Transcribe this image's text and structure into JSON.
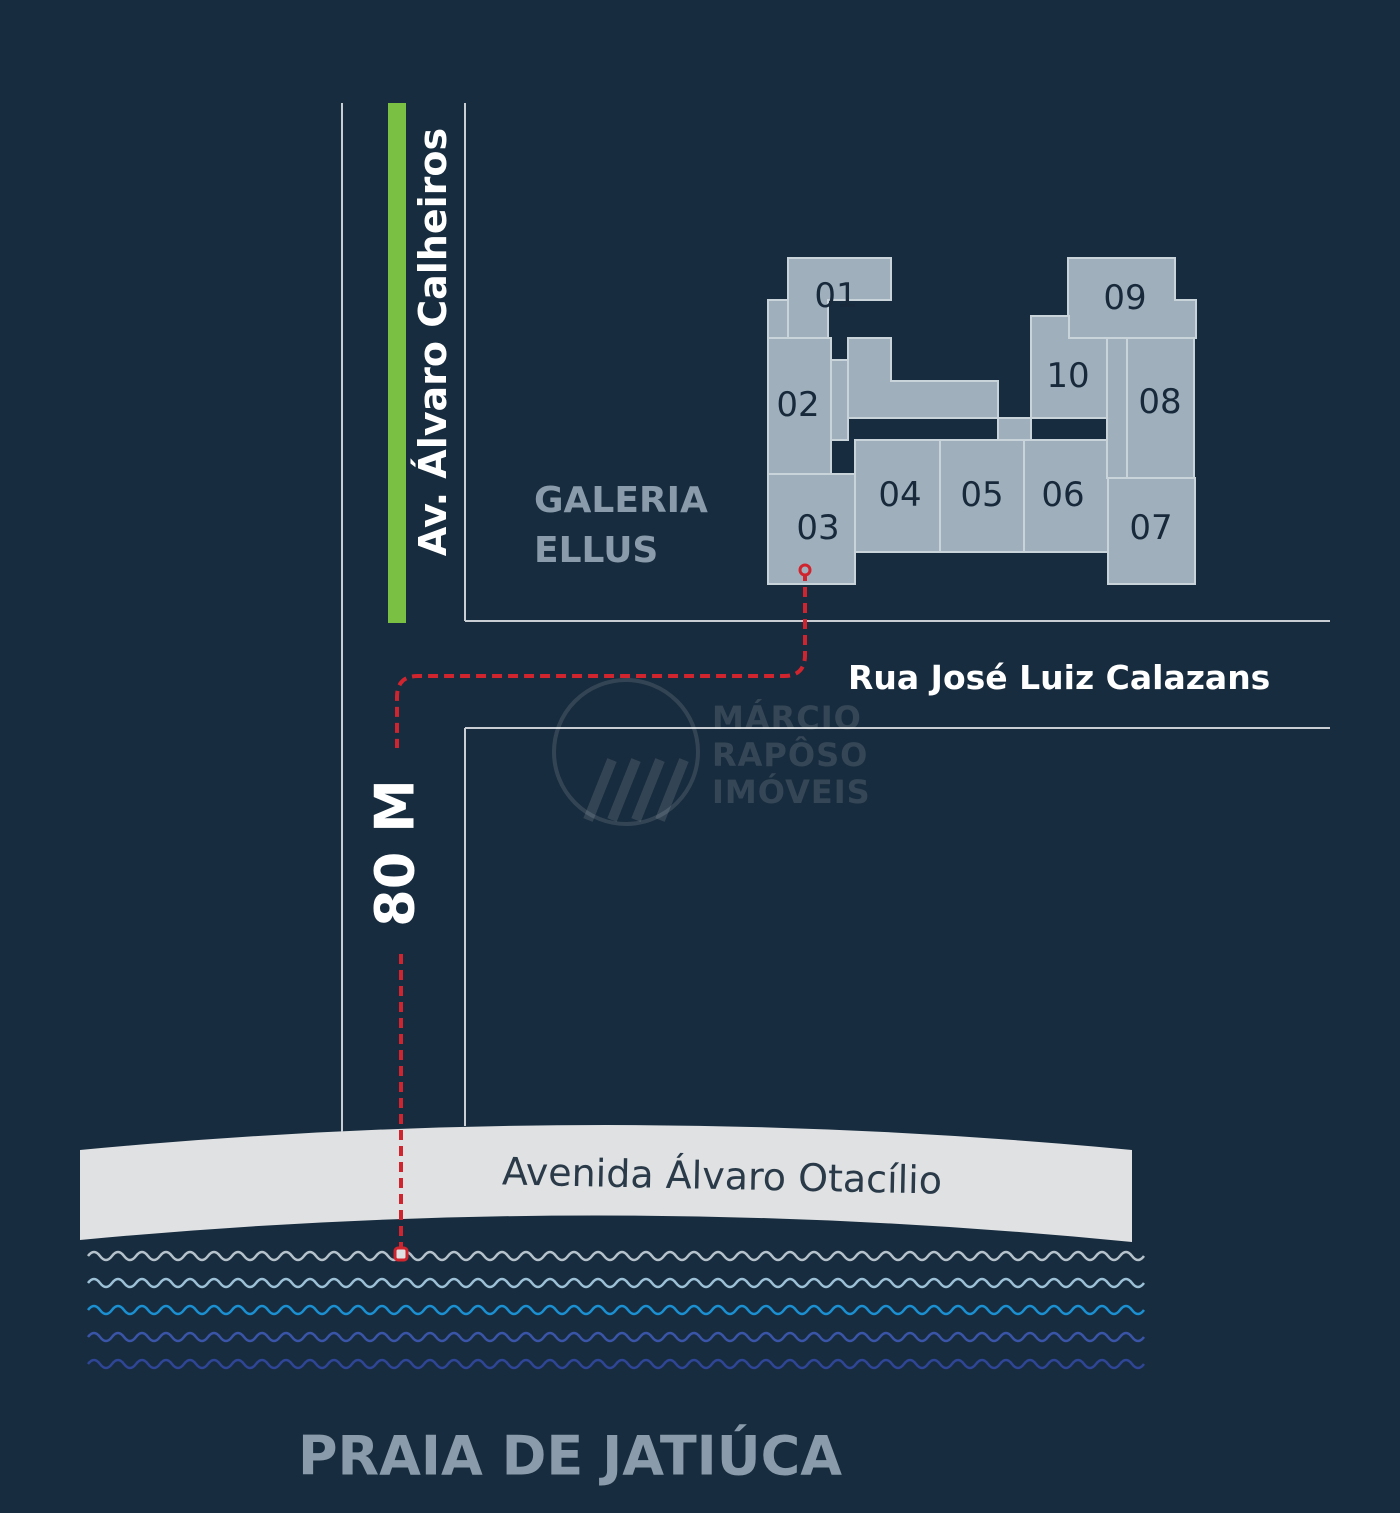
{
  "streets": {
    "vertical": "Av. Álvaro Calheiros",
    "cross": "Rua José Luiz Calazans",
    "beach_avenue": "Avenida Álvaro Otacílio"
  },
  "landmark": {
    "line1": "GALERIA",
    "line2": "ELLUS"
  },
  "distance": "80 M",
  "beach": "PRAIA DE JATIÚCA",
  "building": {
    "units": [
      "01",
      "02",
      "03",
      "04",
      "05",
      "06",
      "07",
      "08",
      "09",
      "10"
    ]
  },
  "watermark": {
    "line1": "MÁRCIO",
    "line2": "RAPÔSO",
    "line3": "IMÓVEIS"
  },
  "colors": {
    "background": "#172c3e",
    "street_line": "#c8ced3",
    "green_street": "#7ac143",
    "building_fill": "#9fb0bc",
    "route": "#d0252f",
    "wave_colors": [
      "#b5c2cb",
      "#9cc0d6",
      "#1b8fd0",
      "#3a55a8",
      "#2f4596"
    ]
  }
}
